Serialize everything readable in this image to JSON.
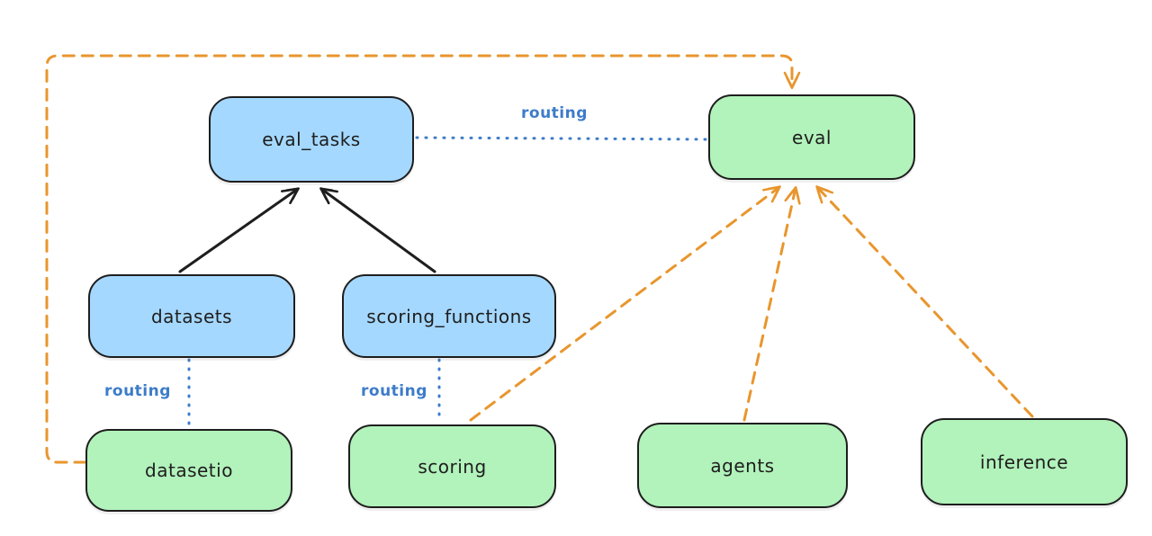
{
  "diagram": {
    "kind": "architecture-graph",
    "background": "#ffffff",
    "colors": {
      "api_fill_blue": "#a5d8ff",
      "provider_fill_green": "#b2f2bb",
      "node_stroke": "#1e1e1e",
      "node_text": "#1e1e1e",
      "routing_blue": "#3d7cc9",
      "dependency_orange": "#e8962e",
      "solid_arrow_black": "#1e1e1e"
    },
    "nodes": {
      "eval_tasks": {
        "label": "eval_tasks",
        "kind": "blue"
      },
      "eval": {
        "label": "eval",
        "kind": "green"
      },
      "datasets": {
        "label": "datasets",
        "kind": "blue"
      },
      "scoring_functions": {
        "label": "scoring_functions",
        "kind": "blue"
      },
      "datasetio": {
        "label": "datasetio",
        "kind": "green"
      },
      "scoring": {
        "label": "scoring",
        "kind": "green"
      },
      "agents": {
        "label": "agents",
        "kind": "green"
      },
      "inference": {
        "label": "inference",
        "kind": "green"
      }
    },
    "edge_labels": {
      "eval_tasks_to_eval": "routing",
      "datasets_to_datasetio": "routing",
      "scoring_functions_to_scoring": "routing"
    },
    "edges": [
      {
        "from": "datasets",
        "to": "eval_tasks",
        "style": "solid-black-arrow"
      },
      {
        "from": "scoring_functions",
        "to": "eval_tasks",
        "style": "solid-black-arrow"
      },
      {
        "from": "eval_tasks",
        "to": "eval",
        "style": "blue-dotted-line",
        "label": "routing"
      },
      {
        "from": "datasets",
        "to": "datasetio",
        "style": "blue-dotted-line",
        "label": "routing"
      },
      {
        "from": "scoring_functions",
        "to": "scoring",
        "style": "blue-dotted-line",
        "label": "routing"
      },
      {
        "from": "datasetio",
        "to": "eval",
        "style": "orange-dashed-arrow",
        "route": "around-left-and-top"
      },
      {
        "from": "scoring",
        "to": "eval",
        "style": "orange-dashed-arrow"
      },
      {
        "from": "agents",
        "to": "eval",
        "style": "orange-dashed-arrow"
      },
      {
        "from": "inference",
        "to": "eval",
        "style": "orange-dashed-arrow"
      }
    ]
  }
}
